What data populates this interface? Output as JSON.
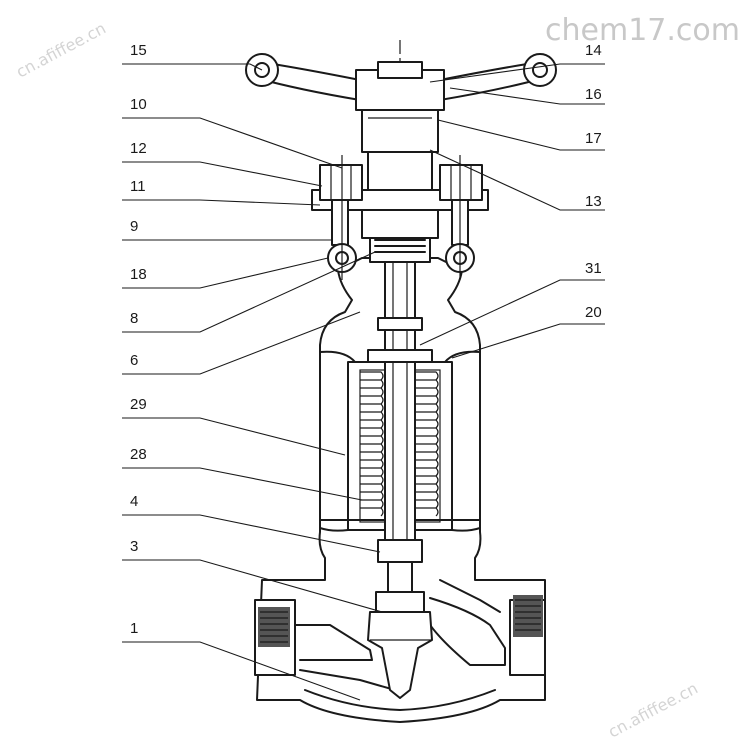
{
  "watermark_top": "chem17.com",
  "watermark_diag": "cn.afiffee.cn",
  "callouts_left": [
    "15",
    "10",
    "12",
    "11",
    "9",
    "18",
    "8",
    "6",
    "29",
    "28",
    "4",
    "3",
    "1"
  ],
  "callouts_right": [
    "14",
    "16",
    "17",
    "13",
    "31",
    "20"
  ]
}
